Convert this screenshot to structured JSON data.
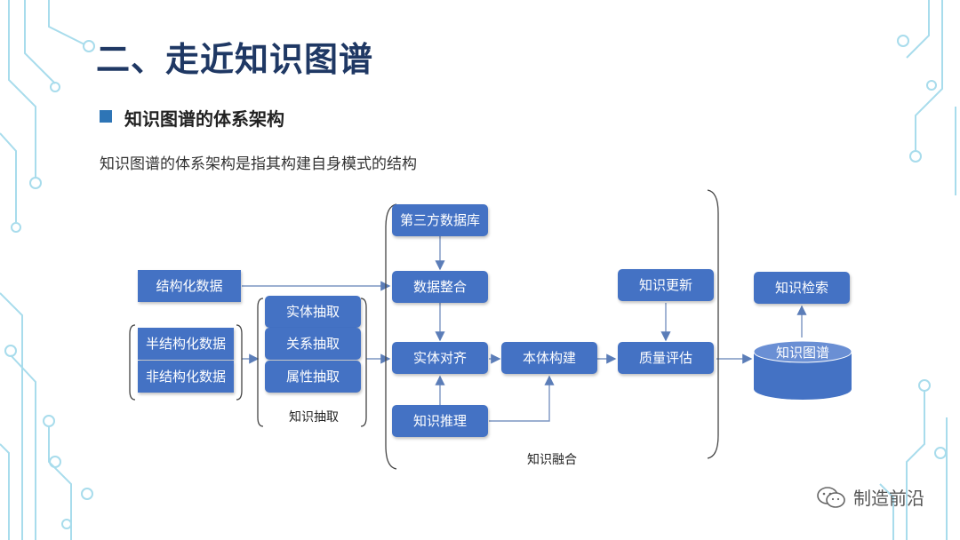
{
  "slide": {
    "title": "二、走近知识图谱",
    "subtitle": "知识图谱的体系架构",
    "description": "知识图谱的体系架构是指其构建自身模式的结构"
  },
  "diagram": {
    "inputs": {
      "structured": "结构化数据",
      "semi_structured": "半结构化数据",
      "unstructured": "非结构化数据"
    },
    "extraction": {
      "entity": "实体抽取",
      "relation": "关系抽取",
      "attribute": "属性抽取",
      "group_label": "知识抽取"
    },
    "fusion": {
      "third_party_db": "第三方数据库",
      "data_integration": "数据整合",
      "entity_alignment": "实体对齐",
      "knowledge_reasoning": "知识推理",
      "group_label": "知识融合"
    },
    "ontology_construction": "本体构建",
    "knowledge_update": "知识更新",
    "quality_assessment": "质量评估",
    "knowledge_graph": "知识图谱",
    "knowledge_retrieval": "知识检索"
  },
  "watermark": {
    "text": "制造前沿",
    "icon": "wechat-icon"
  },
  "colors": {
    "box": "#4472c4",
    "title": "#1f3864",
    "bullet": "#2e75b6",
    "decor": "#9fd8ea"
  }
}
